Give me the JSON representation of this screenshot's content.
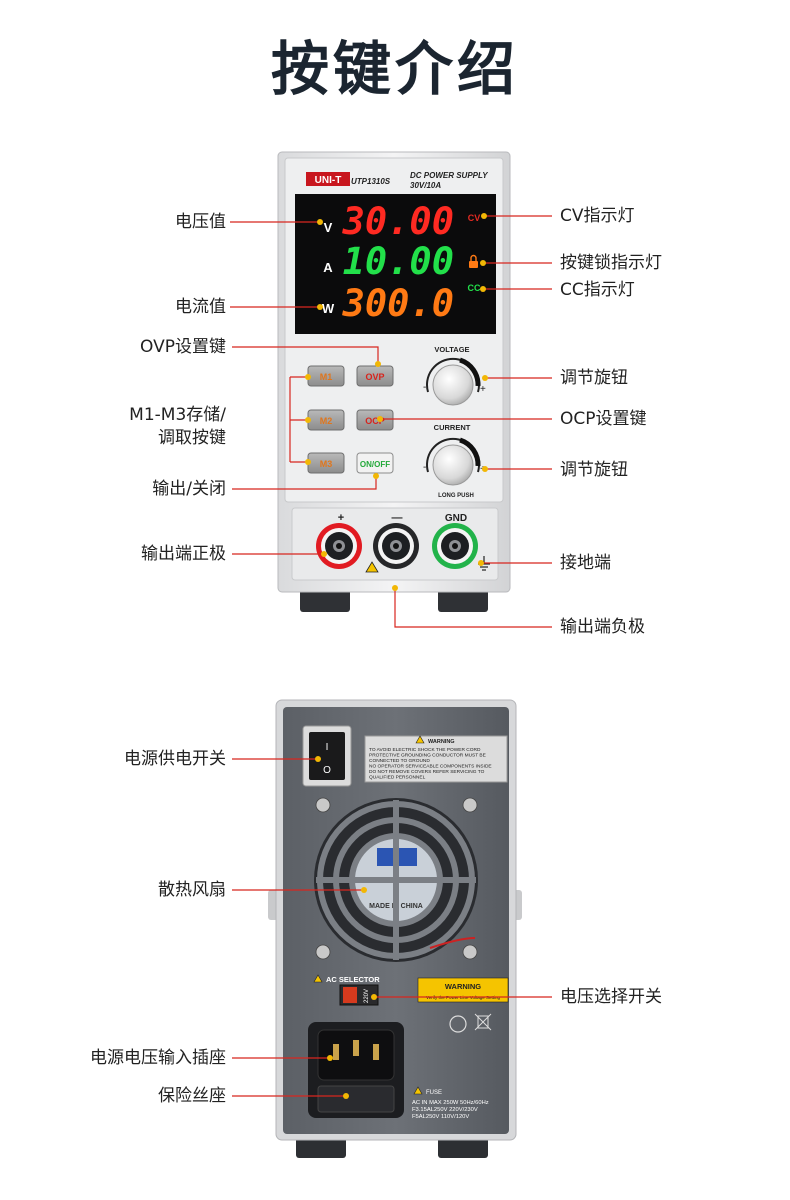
{
  "title": "按键介绍",
  "front": {
    "brand": "UNI-T",
    "model": "UTP1310S",
    "product": "DC POWER SUPPLY",
    "rating": "30V/10A",
    "display": {
      "voltage": "30.00",
      "voltage_unit": "V",
      "current": "10.00",
      "current_unit": "A",
      "power": "300.0",
      "power_unit": "W"
    },
    "indicators": {
      "cv": "CV",
      "cc": "CC"
    },
    "buttons": {
      "m1": "M1",
      "m2": "M2",
      "m3": "M3",
      "ovp": "OVP",
      "ocp": "OCP",
      "onoff": "ON/OFF"
    },
    "knobs": {
      "voltage": "VOLTAGE",
      "current": "CURRENT",
      "long_push": "LONG PUSH"
    },
    "terminals": {
      "plus": "+",
      "minus": "—",
      "gnd": "GND"
    },
    "labels": {
      "voltage_value": "电压值",
      "current_value": "电流值",
      "ovp_key": "OVP设置键",
      "memory_line1": "M1-M3存储/",
      "memory_line2": "调取按键",
      "output_onoff": "输出/关闭",
      "positive": "输出端正极",
      "cv_led": "CV指示灯",
      "lock_led": "按键锁指示灯",
      "cc_led": "CC指示灯",
      "knob1": "调节旋钮",
      "ocp_key": "OCP设置键",
      "knob2": "调节旋钮",
      "ground": "接地端",
      "negative": "输出端负极"
    }
  },
  "back": {
    "warning_title": "WARNING",
    "warning_lines": [
      "TO AVOID ELECTRIC SHOCK THE POWER CORD",
      "PROTECTIVE GROUNDING CONDUCTOR MUST BE",
      "CONNECTED TO GROUND",
      "NO OPERATOR SERVICEABLE COMPONENTS INSIDE",
      "DO NOT REMOVE COVERS REFER SERVICING TO",
      "QUALIFIED PERSONNEL"
    ],
    "ac_selector": "AC SELECTOR",
    "switch_value": "220V",
    "warning2_title": "WARNING",
    "warning2_sub": "Verify the Power Line Voltage Setting",
    "fuse_title": "FUSE",
    "fuse_lines": [
      "AC IN MAX 250W 50Hz/60Hz",
      "F3.15AL250V  220V/230V",
      "F5AL250V     110V/120V"
    ],
    "fan_text": "MADE IN CHINA",
    "power_switch_marks": [
      "I",
      "O"
    ],
    "labels": {
      "power_switch": "电源供电开关",
      "fan": "散热风扇",
      "voltage_select": "电压选择开关",
      "inlet": "电源电压输入插座",
      "fuse": "保险丝座"
    }
  }
}
